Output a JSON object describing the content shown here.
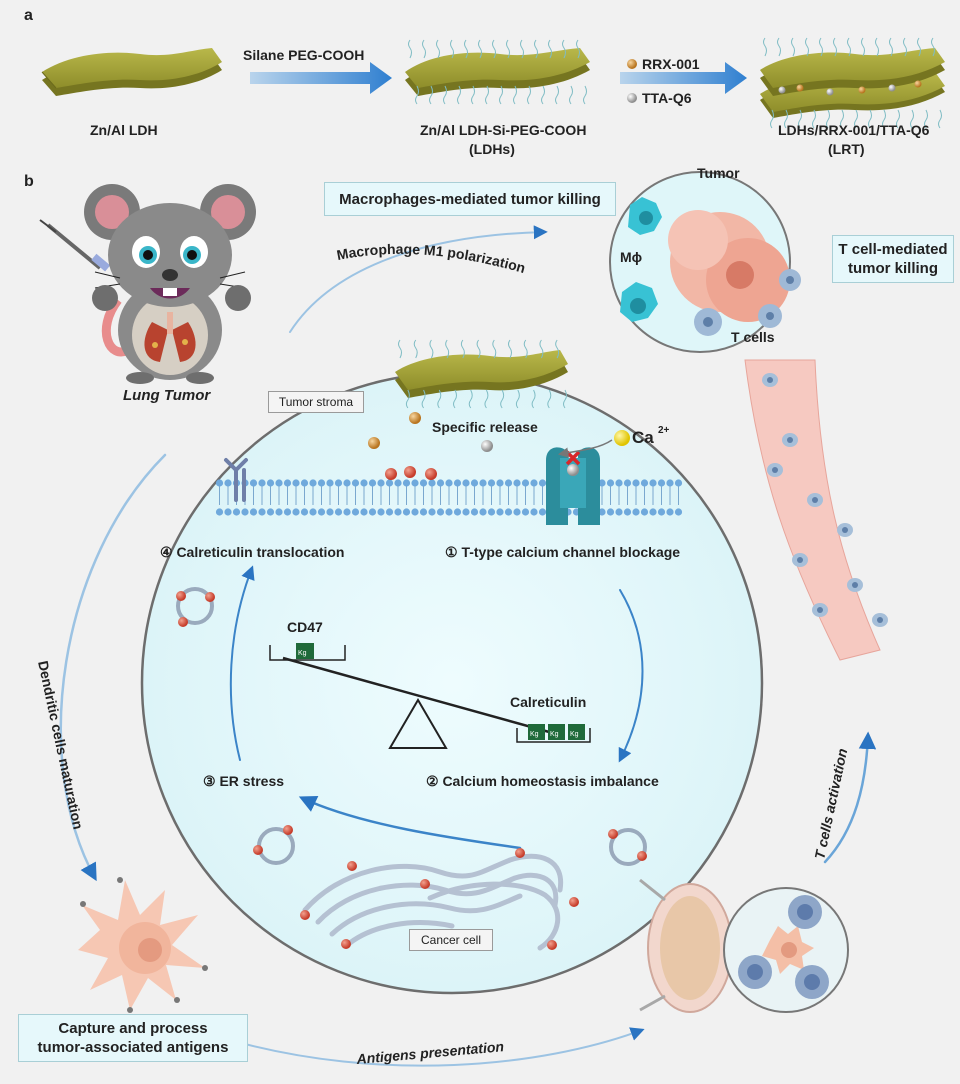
{
  "panel_a": {
    "label": "a",
    "step1_label": "Zn/Al LDH",
    "arrow1_label": "Silane PEG-COOH",
    "step2_label": "Zn/Al LDH-Si-PEG-COOH",
    "step2_sub": "(LDHs)",
    "arrow2_item1": "RRX-001",
    "arrow2_item2": "TTA-Q6",
    "step3_label": "LDHs/RRX-001/TTA-Q6",
    "step3_sub": "(LRT)"
  },
  "panel_b": {
    "label": "b",
    "mouse_caption": "Lung Tumor",
    "box_macrophage_killing": "Macrophages-mediated tumor killing",
    "arrow_m1": "Macrophage M1 polarization",
    "inset_tumor": "Tumor",
    "inset_macrophage": "Mϕ",
    "inset_tcells": "T cells",
    "box_tcell_killing_1": "T cell-mediated",
    "box_tcell_killing_2": "tumor killing",
    "tag_stroma": "Tumor stroma",
    "specific_release": "Specific release",
    "ca_ion": "Ca",
    "ca_charge": "2+",
    "step1": "① T-type calcium channel blockage",
    "step2": "② Calcium homeostasis imbalance",
    "step3": "③ ER stress",
    "step4": "④ Calreticulin translocation",
    "cd47": "CD47",
    "calreticulin": "Calreticulin",
    "kg": "Kg",
    "tag_cancer": "Cancer cell",
    "arrow_dc": "Dendritic cells maturation",
    "box_capture_1": "Capture and process",
    "box_capture_2": "tumor-associated antigens",
    "arrow_antigens": "Antigens presentation",
    "arrow_tcells": "T cells activation"
  }
}
